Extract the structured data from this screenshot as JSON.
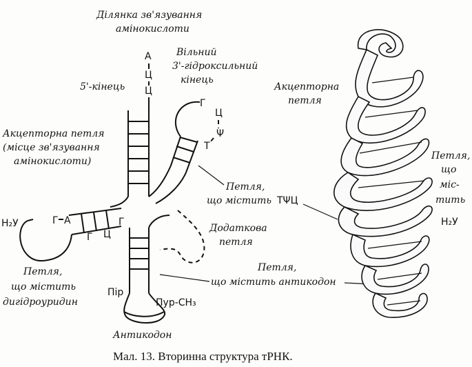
{
  "labels": {
    "amino_site_line1": "Ділянка зв'язування",
    "amino_site_line2": "амінокислоти",
    "free3_line1": "Вільний",
    "free3_line2": "3'-гідроксильний",
    "free3_line3": "кінець",
    "five_end": "5'-кінець",
    "acceptor_loop_line1": "Акцепторна петля",
    "acceptor_loop_line2": "(місце зв'язування",
    "acceptor_loop_line3": "амінокислоти)",
    "tpsic_line1": "Петля,",
    "tpsic_line2": "що містить",
    "tpsic_symbol": "ТΨЦ",
    "extra_loop_line1": "Додаткова",
    "extra_loop_line2": "петля",
    "dhu_loop_line1": "Петля,",
    "dhu_loop_line2": "що містить",
    "dhu_loop_line3": "дигідроуридин",
    "anticodon_loop_line1": "Петля,",
    "anticodon_loop_line2": "що містить антикодон",
    "anticodon": "Антикодон",
    "pir": "Пір",
    "pur_ch3": "Пур-CH₃",
    "acceptor3d_line1": "Акцепторна",
    "acceptor3d_line2": "петля",
    "loop3d_line1": "Петля,",
    "loop3d_line2": "що",
    "loop3d_line3": "міс-",
    "loop3d_line4": "тить",
    "h2u_right": "H₂У"
  },
  "nucleotides": {
    "a": "А",
    "c1": "Ц",
    "c2": "Ц",
    "g_tloop": "Г",
    "c_tloop": "Ц",
    "psi": "Ψ",
    "t_tloop": "Т",
    "h2u_left": "H₂У",
    "g_dloop1": "Г",
    "a_dloop": "А",
    "g_dloop2": "Г",
    "c_dloop": "Ц",
    "g_dloop3": "Г"
  },
  "caption": "Мал. 13. Вторинна структура тРНК."
}
